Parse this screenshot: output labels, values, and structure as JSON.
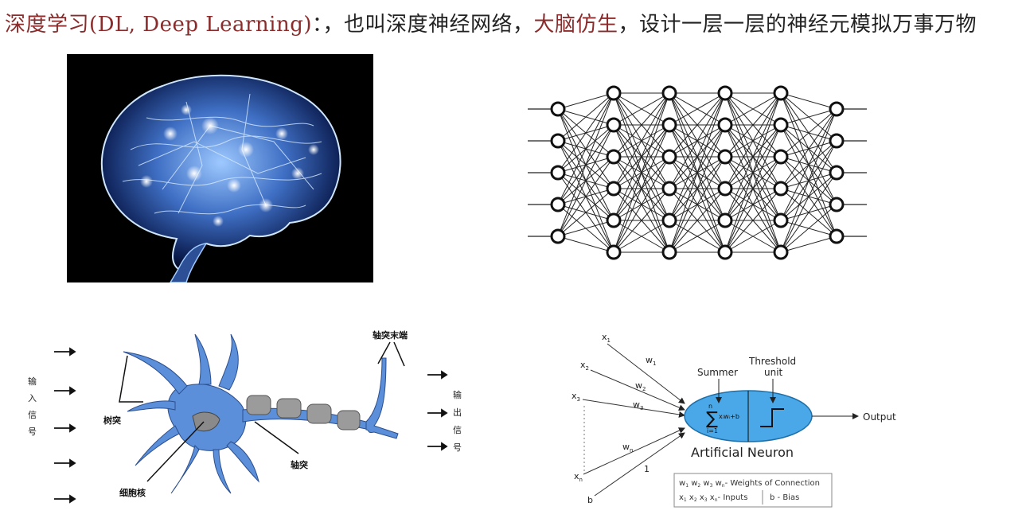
{
  "title": {
    "part1": "深度学习(DL, Deep Learning)",
    "part2": "：，也叫深度神经网络，",
    "part3": "大脑仿生",
    "part4": "，设计一层一层的神经元模拟万事万物"
  },
  "colors": {
    "accent": "#8b2c2c",
    "neuron_blue": "#4a90e2",
    "dark": "#222222"
  },
  "network": {
    "layers": [
      5,
      6,
      6,
      6,
      6,
      5
    ]
  },
  "bio_neuron": {
    "input_label": [
      "输",
      "入",
      "信",
      "号"
    ],
    "output_label": [
      "输",
      "出",
      "信",
      "号"
    ],
    "dendrite": "树突",
    "nucleus": "细胞核",
    "axon": "轴突",
    "axon_terminal": "轴突末端"
  },
  "artificial_neuron": {
    "inputs": [
      "x",
      "x",
      "x",
      "x",
      "b"
    ],
    "input_subs": [
      "1",
      "2",
      "3",
      "n",
      ""
    ],
    "weights": [
      "w",
      "w",
      "w",
      "w",
      "1"
    ],
    "weight_subs": [
      "1",
      "2",
      "3",
      "n",
      ""
    ],
    "summer": "Summer",
    "threshold": [
      "Threshold",
      "unit"
    ],
    "output": "Output",
    "caption": "Artificial Neuron",
    "legend_weights": "- Weights of Connection",
    "legend_inputs": "- Inputs",
    "legend_bias": "b - Bias"
  }
}
